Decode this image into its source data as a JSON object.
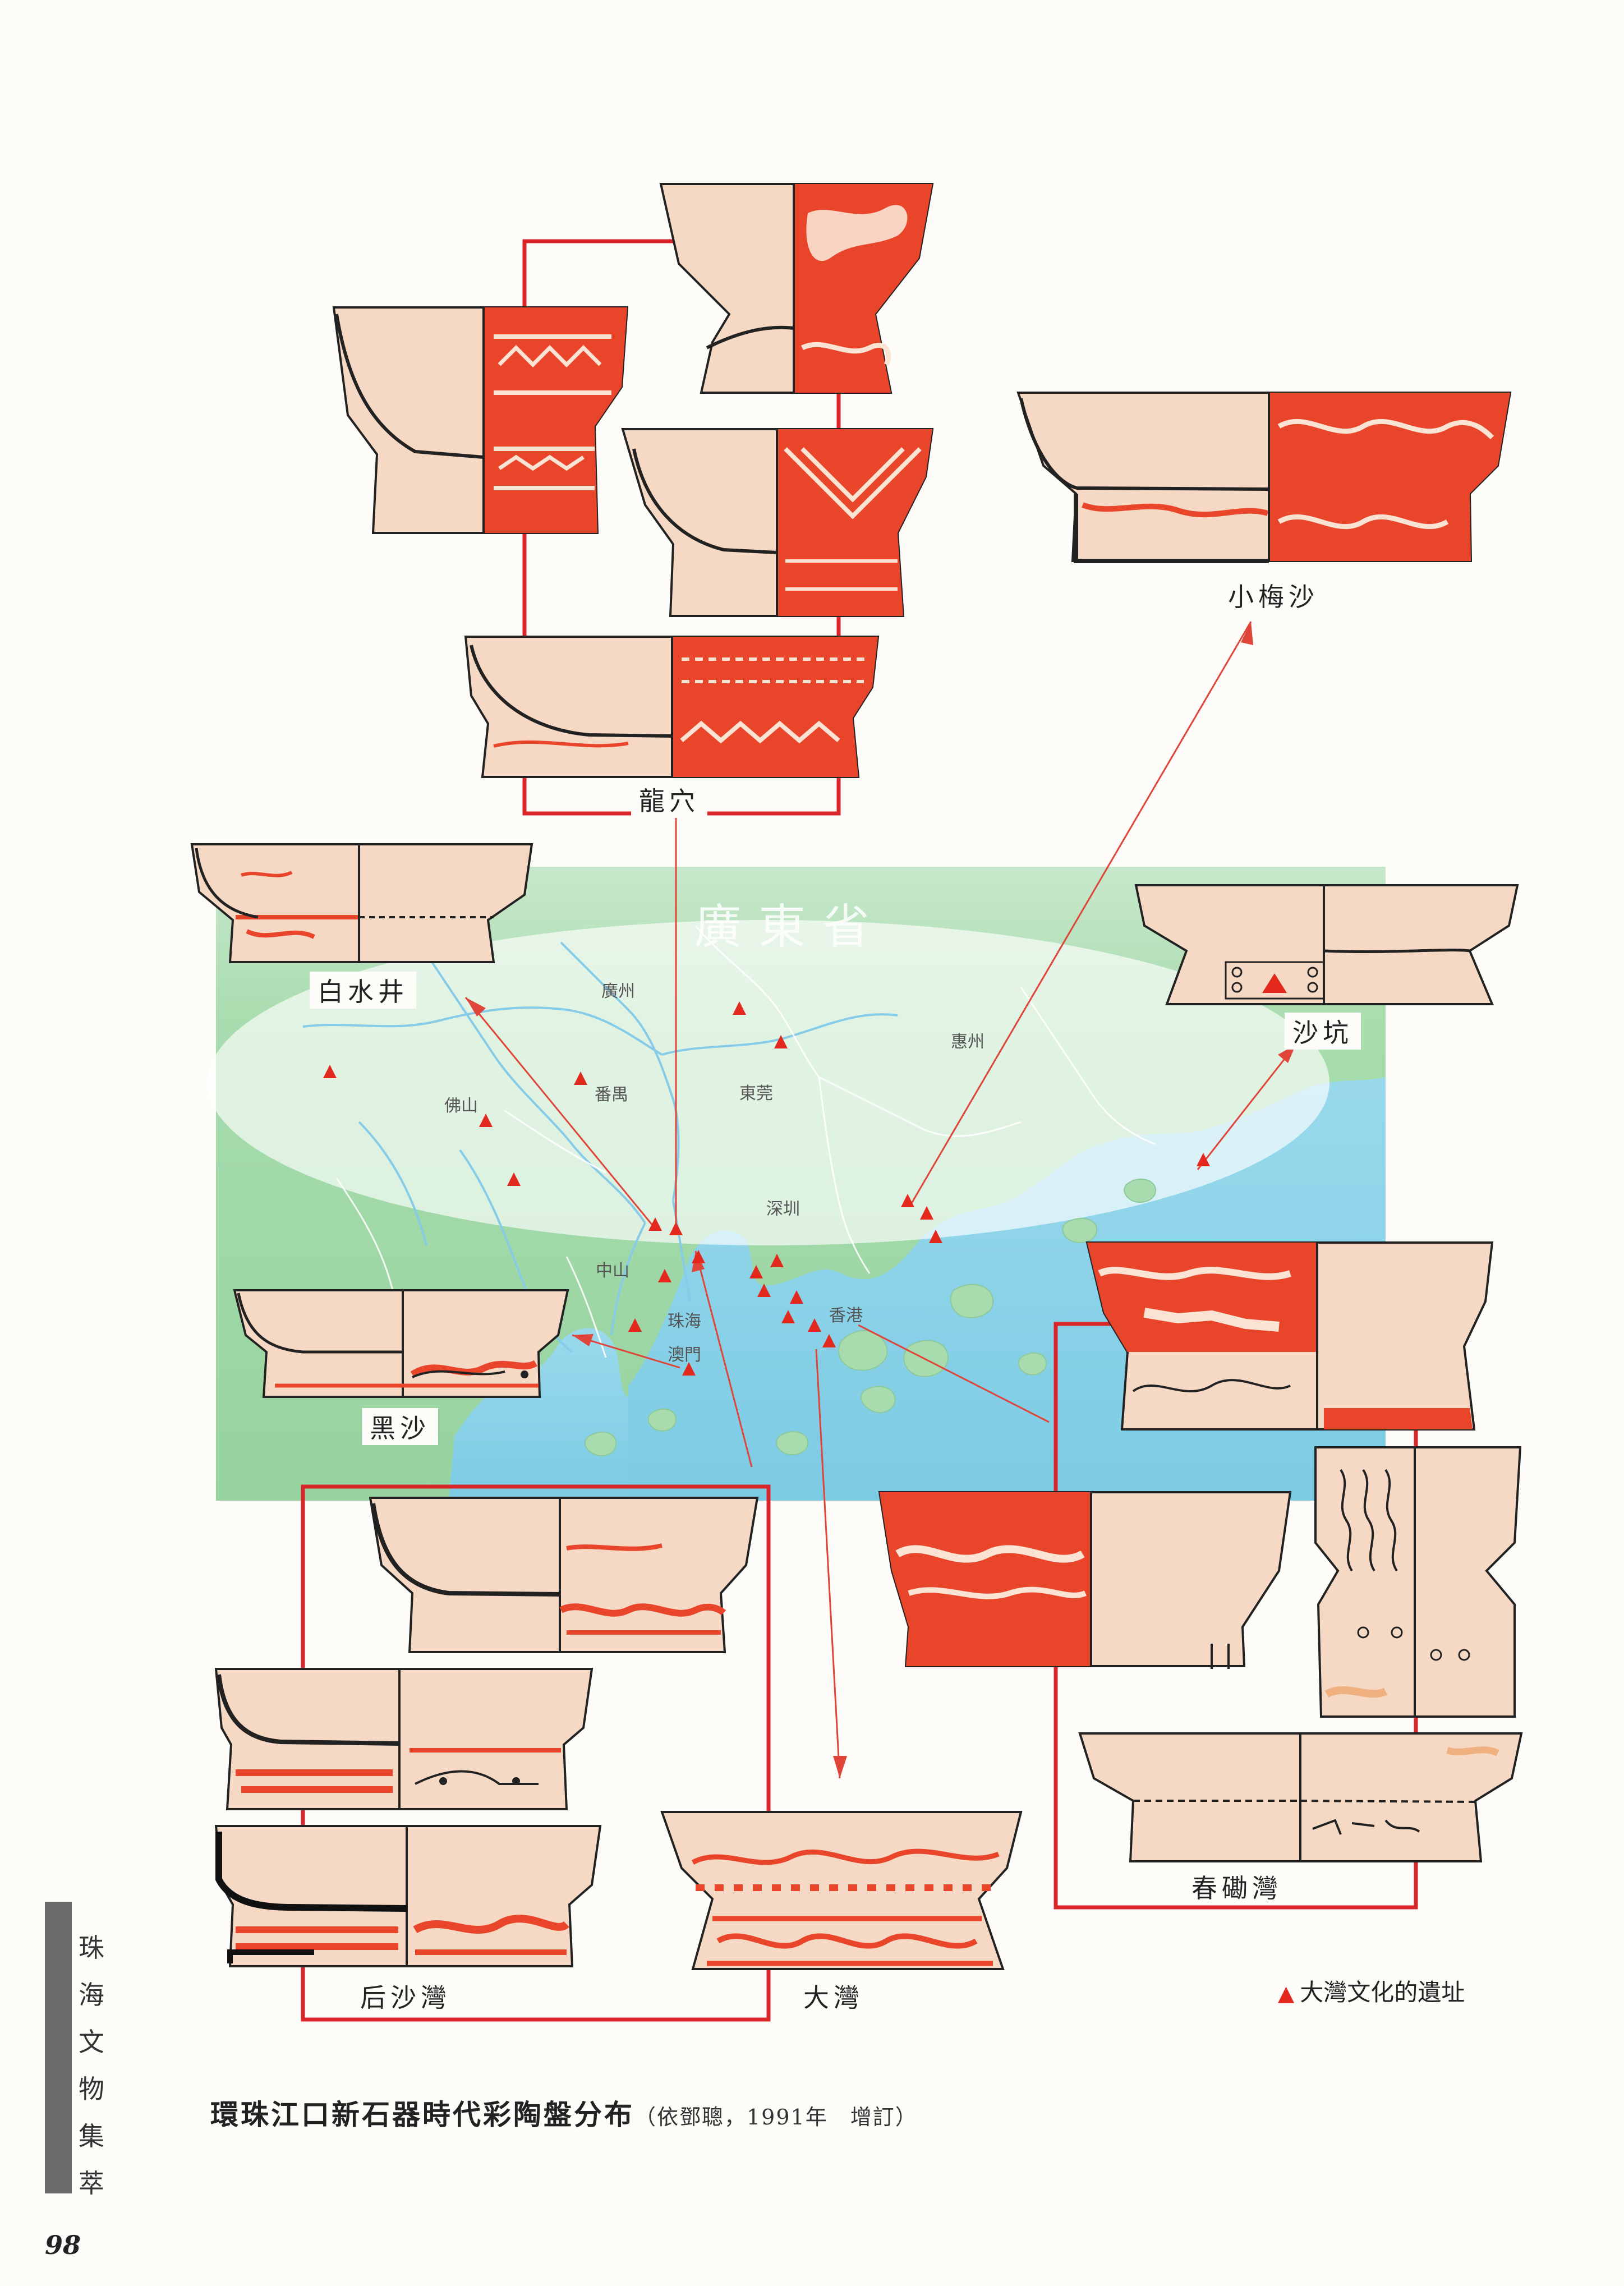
{
  "map": {
    "province": "廣東省",
    "cities": {
      "guangzhou": "廣州",
      "huizhou": "惠州",
      "foshan": "佛山",
      "panyu": "番禺",
      "dongguan": "東莞",
      "shenzhen": "深圳",
      "zhongshan": "中山",
      "zhuhai": "珠海",
      "macau": "澳門",
      "hongkong": "香港"
    },
    "colors": {
      "land": "#9fd6a6",
      "land_light": "#cfead3",
      "sea": "#8fd3e8",
      "river": "#7cc6e6",
      "marker": "#e3281e",
      "frame": "#d9262a",
      "pottery_body": "#f6d9c4",
      "pottery_paint": "#e8452a"
    }
  },
  "sites": {
    "longxue": "龍穴",
    "xiaomeisha": "小梅沙",
    "baishuijing": "白水井",
    "shakeng": "沙坑",
    "heisha": "黑沙",
    "chunkanwan": "春磡灣",
    "houshawan": "后沙灣",
    "dawan": "大灣"
  },
  "legend": {
    "symbol": "▲",
    "label": "大灣文化的遺址"
  },
  "caption": {
    "title": "環珠江口新石器時代彩陶盤分布",
    "citation": "（依鄧聰，1991年　增訂）"
  },
  "sidebar": {
    "chars": [
      "珠",
      "海",
      "文",
      "物",
      "集",
      "萃"
    ]
  },
  "page_number": "98"
}
